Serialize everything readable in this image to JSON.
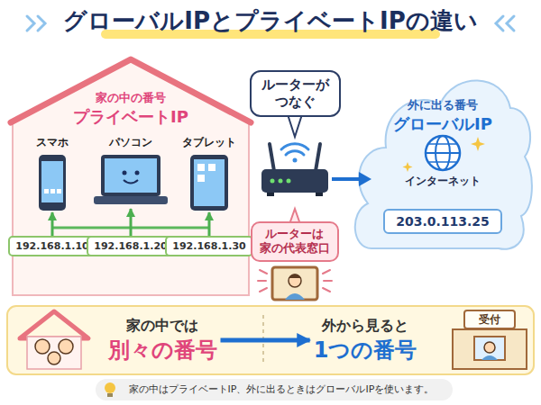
{
  "diagram": {
    "title": "グローバルIPとプライベートIPの違い",
    "caption": "家の中はプライベートIP、外に出るときはグローバルIPを使います。",
    "nodes": [
      {
        "text": [
          "家の中の番号",
          "プライベートIP"
        ]
      },
      {
        "text": [
          "スマホ"
        ],
        "in": 0
      },
      {
        "text": [
          "パソコン"
        ],
        "in": 0
      },
      {
        "text": [
          "タブレット"
        ],
        "in": 0
      },
      {
        "text": [
          "192.168.1.10"
        ],
        "in": 0
      },
      {
        "text": [
          "192.168.1.20"
        ],
        "in": 0
      },
      {
        "text": [
          "192.168.1.30"
        ],
        "in": 0
      },
      {
        "text": [
          "ルーターが つなぐ"
        ]
      },
      {
        "text": [
          "ルーターは 家の代表窓口"
        ]
      },
      {
        "text": [
          "外に出る番号",
          "グローバルIP"
        ]
      },
      {
        "text": [
          "203.0.113.25"
        ],
        "in": 9
      },
      {
        "text": [
          "家の中では",
          "別々の番号"
        ]
      },
      {
        "text": [
          "外から見ると",
          "1つの番号"
        ]
      }
    ],
    "edges": [
      {
        "from": 4,
        "to": 1,
        "arrow": "to"
      },
      {
        "from": 5,
        "to": 2,
        "arrow": "to"
      },
      {
        "from": 6,
        "to": 3,
        "arrow": "to"
      },
      {
        "from": 11,
        "to": 12,
        "arrow": "to"
      }
    ],
    "labels": [
      "インターネット",
      "受付"
    ]
  }
}
